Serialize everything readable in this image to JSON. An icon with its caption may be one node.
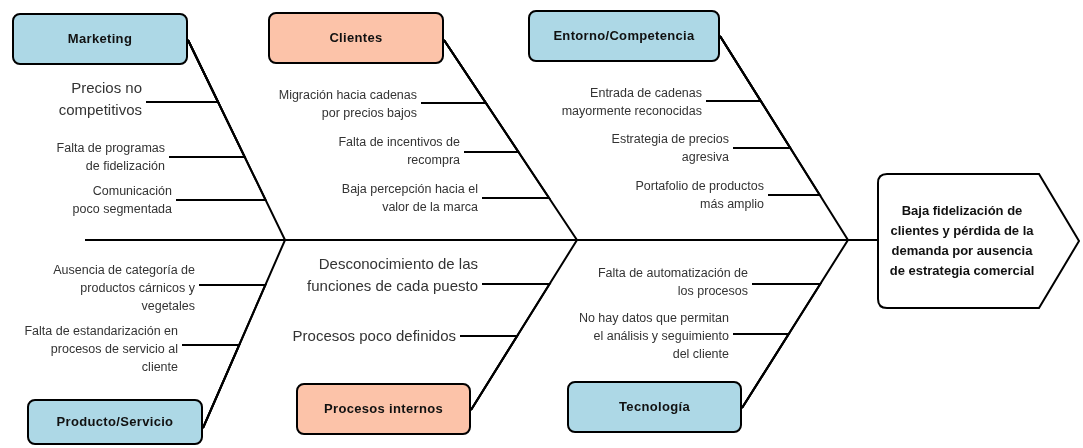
{
  "diagram": {
    "nodes": [
      {
        "text": [
          "Marketing"
        ]
      },
      {
        "text": [
          "Precios no competitivos"
        ]
      },
      {
        "text": [
          "Falta de programas de fidelización"
        ]
      },
      {
        "text": [
          "Comunicación poco segmentada"
        ]
      },
      {
        "text": [
          "Clientes"
        ]
      },
      {
        "text": [
          "Migración hacia cadenas por precios bajos"
        ]
      },
      {
        "text": [
          "Falta de incentivos de recompra"
        ]
      },
      {
        "text": [
          "Baja percepción hacia el valor de la marca"
        ]
      },
      {
        "text": [
          "Entorno/Competencia"
        ]
      },
      {
        "text": [
          "Entrada de cadenas mayormente reconocidas"
        ]
      },
      {
        "text": [
          "Estrategia de precios agresiva"
        ]
      },
      {
        "text": [
          "Portafolio de productos más amplio"
        ]
      },
      {
        "text": [
          "Producto/Servicio"
        ]
      },
      {
        "text": [
          "Ausencia de categoría de productos cárnicos y vegetales"
        ]
      },
      {
        "text": [
          "Falta de estandarización en procesos de servicio al cliente"
        ]
      },
      {
        "text": [
          "Procesos internos"
        ]
      },
      {
        "text": [
          "Desconocimiento de las funciones de cada puesto"
        ]
      },
      {
        "text": [
          "Procesos poco definidos"
        ]
      },
      {
        "text": [
          "Tecnología"
        ]
      },
      {
        "text": [
          "Falta de automatización de los procesos"
        ]
      },
      {
        "text": [
          "No hay datos que permitan el análisis y seguimiento del cliente"
        ]
      },
      {
        "text": [
          "Baja fidelización de clientes y pérdida de la demanda por ausencia de estrategia comercial"
        ]
      }
    ],
    "edges": [
      {
        "from": null,
        "to": 21,
        "arrow": "none"
      },
      {
        "from": 0,
        "to": 21,
        "arrow": "none"
      },
      {
        "from": 4,
        "to": 21,
        "arrow": "none"
      },
      {
        "from": 8,
        "to": 21,
        "arrow": "none"
      },
      {
        "from": 12,
        "to": 21,
        "arrow": "none"
      },
      {
        "from": 15,
        "to": 21,
        "arrow": "none"
      },
      {
        "from": 18,
        "to": 21,
        "arrow": "none"
      },
      {
        "from": 1,
        "to": 0,
        "arrow": "none"
      },
      {
        "from": 2,
        "to": 0,
        "arrow": "none"
      },
      {
        "from": 3,
        "to": 0,
        "arrow": "none"
      },
      {
        "from": 5,
        "to": 4,
        "arrow": "none"
      },
      {
        "from": 6,
        "to": 4,
        "arrow": "none"
      },
      {
        "from": 7,
        "to": 4,
        "arrow": "none"
      },
      {
        "from": 9,
        "to": 8,
        "arrow": "none"
      },
      {
        "from": 10,
        "to": 8,
        "arrow": "none"
      },
      {
        "from": 11,
        "to": 8,
        "arrow": "none"
      },
      {
        "from": 13,
        "to": 12,
        "arrow": "none"
      },
      {
        "from": 14,
        "to": 12,
        "arrow": "none"
      },
      {
        "from": 16,
        "to": 15,
        "arrow": "none"
      },
      {
        "from": 17,
        "to": 15,
        "arrow": "none"
      },
      {
        "from": 19,
        "to": 18,
        "arrow": "none"
      },
      {
        "from": 20,
        "to": 18,
        "arrow": "none"
      }
    ]
  }
}
